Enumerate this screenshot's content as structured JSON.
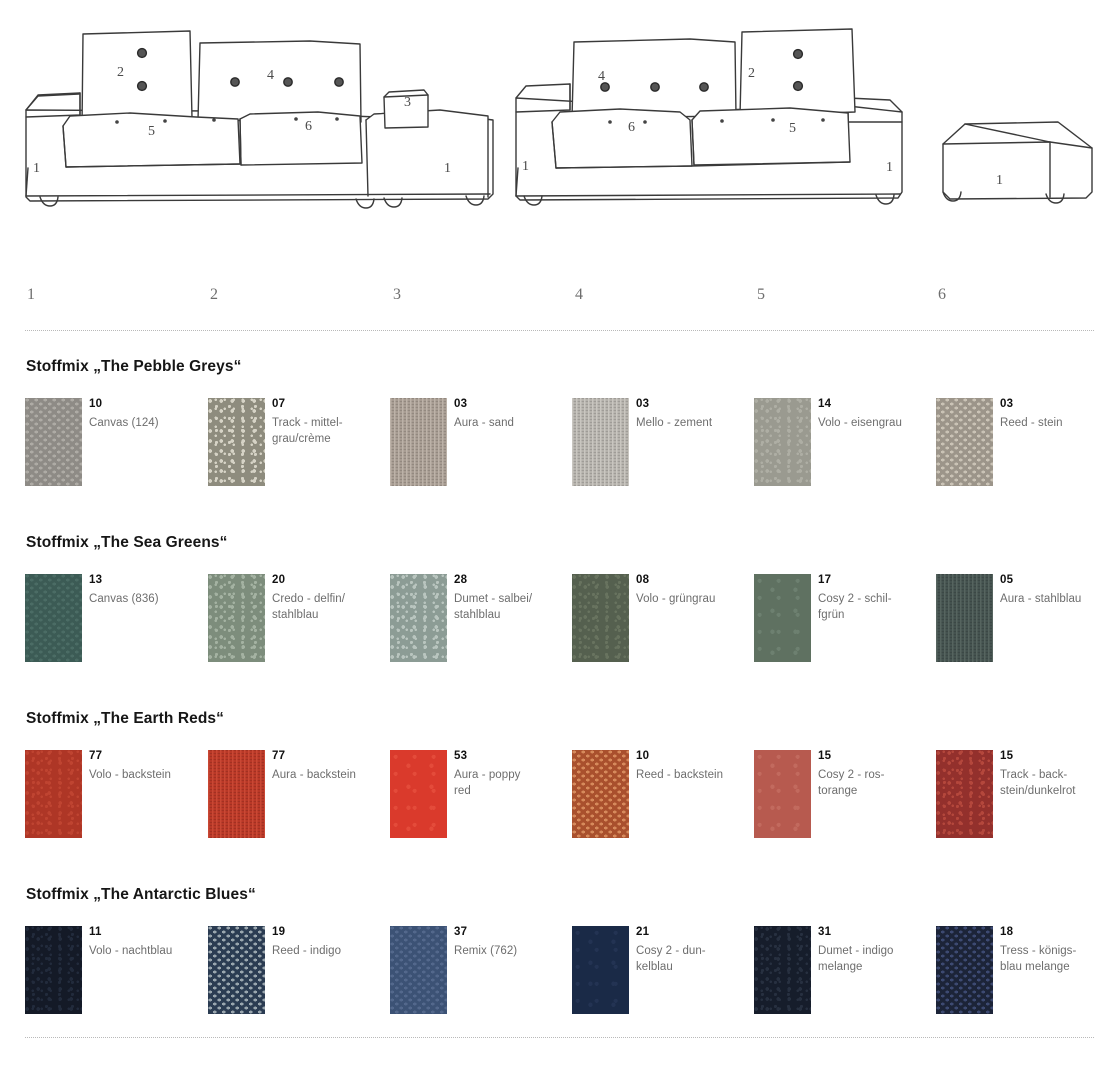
{
  "illustrations": {
    "items": [
      {
        "name": "sofa-left-chaise-right",
        "labels": [
          "1",
          "2",
          "4",
          "3",
          "5",
          "6",
          "1"
        ]
      },
      {
        "name": "sofa-two-seater",
        "labels": [
          "1",
          "4",
          "2",
          "6",
          "5",
          "1"
        ]
      },
      {
        "name": "ottoman-pouf",
        "labels": [
          "1"
        ]
      }
    ]
  },
  "column_ruler": {
    "numbers": [
      "1",
      "2",
      "3",
      "4",
      "5",
      "6"
    ],
    "x_positions": [
      27,
      210,
      393,
      575,
      757,
      938
    ]
  },
  "groups": [
    {
      "title": "Stoffmix „The Pebble Greys“",
      "swatches": [
        {
          "code": "10",
          "name": "Canvas (124)",
          "color": "#8e8b86",
          "color2": "#aeaba5",
          "pattern": "knit"
        },
        {
          "code": "07",
          "name": "Track - mittel-\ngrau/crème",
          "color": "#8e8c7e",
          "color2": "#d6d3c6",
          "pattern": "boucle"
        },
        {
          "code": "03",
          "name": "Aura - sand",
          "color": "#a79c92",
          "color2": "#bcb2a8",
          "pattern": "weave"
        },
        {
          "code": "03",
          "name": "Mello - zement",
          "color": "#b5b2ac",
          "color2": "#c9c6c0",
          "pattern": "weave"
        },
        {
          "code": "14",
          "name": "Volo - eisengrau",
          "color": "#9a9a90",
          "color2": "#aeaea4",
          "pattern": "boucle"
        },
        {
          "code": "03",
          "name": "Reed - stein",
          "color": "#9c958a",
          "color2": "#cac3b6",
          "pattern": "knit"
        }
      ]
    },
    {
      "title": "Stoffmix „The Sea Greens“",
      "swatches": [
        {
          "code": "13",
          "name": "Canvas (836)",
          "color": "#3c5b55",
          "color2": "#4b6c65",
          "pattern": "knit"
        },
        {
          "code": "20",
          "name": "Credo - delfin/\nstahlblau",
          "color": "#7d8d7c",
          "color2": "#a4b2a2",
          "pattern": "boucle"
        },
        {
          "code": "28",
          "name": "Dumet - salbei/\nstahlblau",
          "color": "#8c9c95",
          "color2": "#b9c5bf",
          "pattern": "boucle"
        },
        {
          "code": "08",
          "name": "Volo - grüngrau",
          "color": "#55604f",
          "color2": "#68735f",
          "pattern": "boucle"
        },
        {
          "code": "17",
          "name": "Cosy 2 - schil-\nfgrün",
          "color": "#5f7161",
          "color2": "#6d8070",
          "pattern": "flat"
        },
        {
          "code": "05",
          "name": "Aura - stahlblau",
          "color": "#44524f",
          "color2": "#56645f",
          "pattern": "weave"
        }
      ]
    },
    {
      "title": "Stoffmix „The Earth Reds“",
      "swatches": [
        {
          "code": "77",
          "name": "Volo - backstein",
          "color": "#ae3626",
          "color2": "#bf4431",
          "pattern": "boucle"
        },
        {
          "code": "77",
          "name": "Aura - backstein",
          "color": "#b93827",
          "color2": "#c94834",
          "pattern": "weave"
        },
        {
          "code": "53",
          "name": "Aura - poppy\nred",
          "color": "#da3a2c",
          "color2": "#e44b3a",
          "pattern": "flat"
        },
        {
          "code": "10",
          "name": "Reed - backstein",
          "color": "#a9502d",
          "color2": "#d68a5c",
          "pattern": "knit"
        },
        {
          "code": "15",
          "name": "Cosy 2 - ros-\ntorange",
          "color": "#b75a4f",
          "color2": "#c26a5e",
          "pattern": "flat"
        },
        {
          "code": "15",
          "name": "Track - back-\nstein/dunkelrot",
          "color": "#93302c",
          "color2": "#b4473c",
          "pattern": "boucle"
        }
      ]
    },
    {
      "title": "Stoffmix „The Antarctic Blues“",
      "swatches": [
        {
          "code": "11",
          "name": "Volo - nachtblau",
          "color": "#141a27",
          "color2": "#222b3c",
          "pattern": "boucle"
        },
        {
          "code": "19",
          "name": "Reed - indigo",
          "color": "#2b3c52",
          "color2": "#9aa6ae",
          "pattern": "knit"
        },
        {
          "code": "37",
          "name": "Remix (762)",
          "color": "#3c5275",
          "color2": "#53688c",
          "pattern": "knit"
        },
        {
          "code": "21",
          "name": "Cosy 2 - dun-\nkelblau",
          "color": "#1a2a47",
          "color2": "#233353",
          "pattern": "flat"
        },
        {
          "code": "31",
          "name": "Dumet - indigo\nmelange",
          "color": "#161d2b",
          "color2": "#273040",
          "pattern": "boucle"
        },
        {
          "code": "18",
          "name": "Tress - königs-\nblau melange",
          "color": "#1c2438",
          "color2": "#3d4a72",
          "pattern": "knit"
        }
      ]
    }
  ]
}
